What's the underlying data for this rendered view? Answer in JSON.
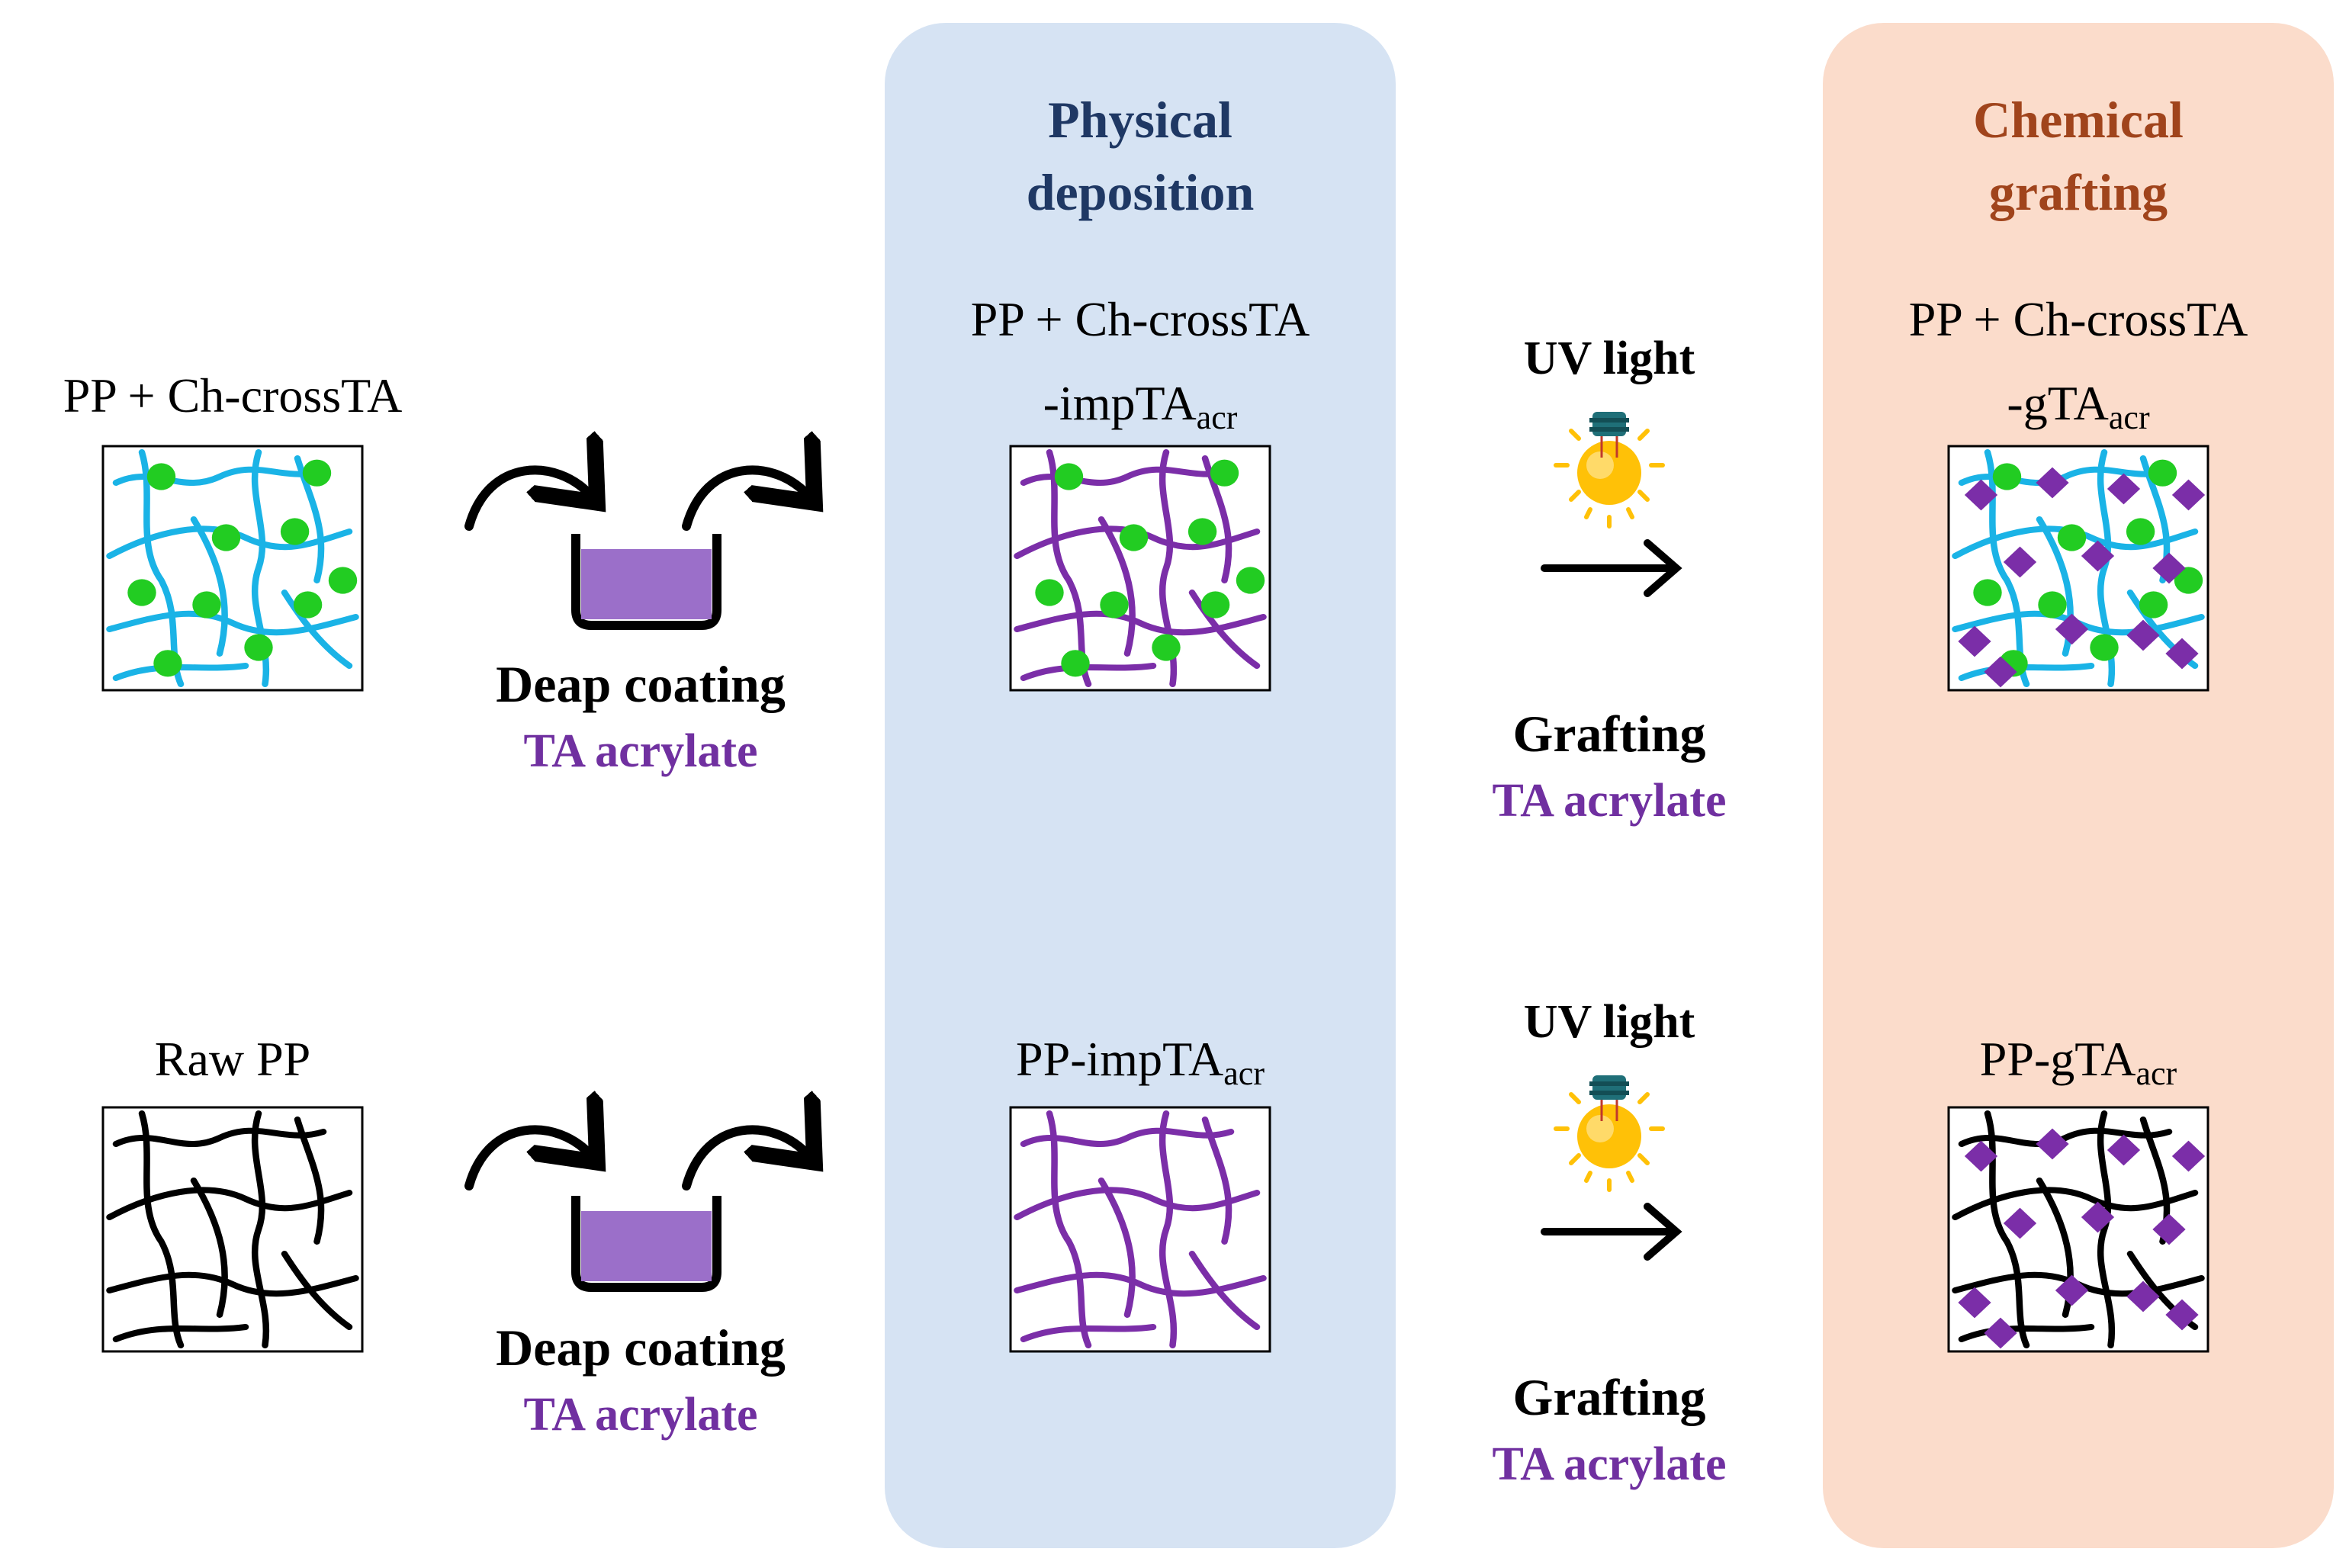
{
  "panels": {
    "physical": {
      "title_line1": "Physical",
      "title_line2": "deposition",
      "bg": "#d6e3f3",
      "text_color": "#1f3864"
    },
    "chemical": {
      "title_line1": "Chemical",
      "title_line2": "grafting",
      "bg": "#fbdccb",
      "text_color": "#a0441c"
    }
  },
  "rows": {
    "top": {
      "start_label": "PP + Ch-crossTA",
      "coating_label": "Deap coating",
      "coating_reagent": "TA acrylate",
      "mid_label_line1": "PP + Ch-crossTA",
      "mid_label_line2_prefix": "-impTA",
      "mid_label_line2_sub": "acr",
      "uv_label": "UV light",
      "grafting_label": "Grafting",
      "grafting_reagent": "TA acrylate",
      "end_label_line1": "PP + Ch-crossTA",
      "end_label_line2_prefix": "-gTA",
      "end_label_line2_sub": "acr"
    },
    "bottom": {
      "start_label": "Raw PP",
      "coating_label": "Deap coating",
      "coating_reagent": "TA acrylate",
      "mid_label_prefix": "PP-impTA",
      "mid_label_sub": "acr",
      "uv_label": "UV light",
      "grafting_label": "Grafting",
      "grafting_reagent": "TA acrylate",
      "end_label_prefix": "PP-gTA",
      "end_label_sub": "acr"
    }
  },
  "colors": {
    "fiber_pp": "#000000",
    "fiber_chitosan": "#1ab3e6",
    "fiber_ta": "#7b2ea8",
    "crosslink_dot": "#22cc22",
    "graft_diamond": "#7b2ea8",
    "reagent_text": "#7030a0",
    "bath_fill": "#9b6fc9",
    "bulb_glow": "#ffc107",
    "bulb_cap": "#1f6f78"
  },
  "icons": [
    "curved-arrow-icon",
    "coating-bath-icon",
    "light-bulb-icon",
    "right-arrow-icon"
  ]
}
